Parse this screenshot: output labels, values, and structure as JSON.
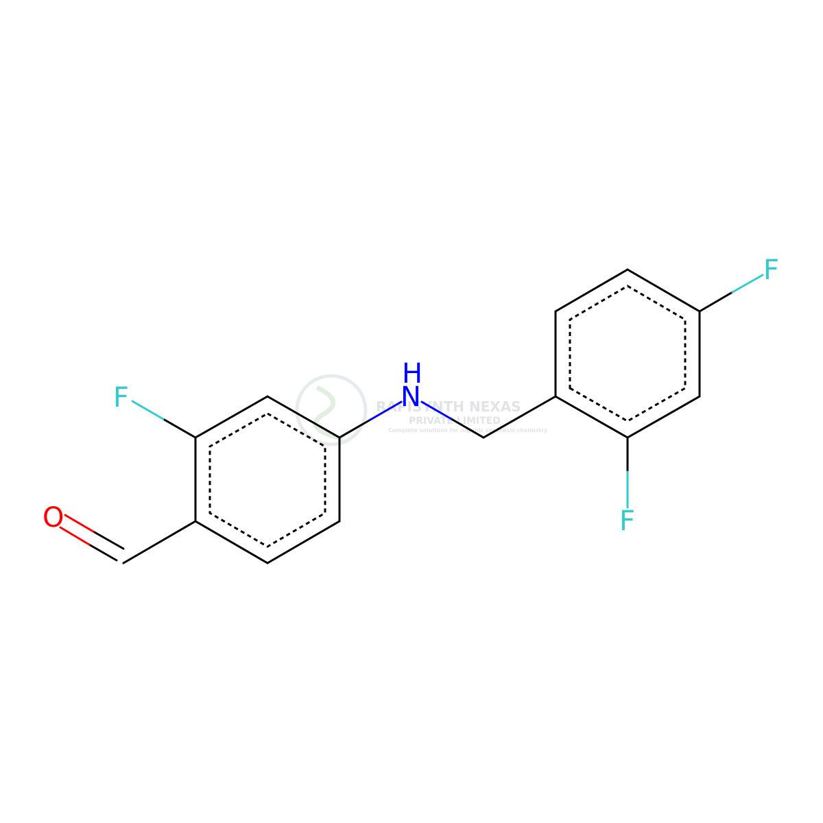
{
  "molecule": {
    "atoms": {
      "fluorine_top_left": "F",
      "oxygen": "O",
      "nitrogen": "N",
      "nitrogen_hydrogen": "H",
      "fluorine_top_right": "F",
      "fluorine_bottom": "F"
    },
    "colors": {
      "bond": "#000000",
      "fluorine": "#33cccc",
      "oxygen": "#ff0000",
      "nitrogen": "#0000ff"
    }
  },
  "watermark": {
    "title": "RAPISYNTH NEXAS",
    "subtitle": "PRIVATE LIMITED",
    "tagline": "Complete solutions for organic synthesis chemistry"
  }
}
